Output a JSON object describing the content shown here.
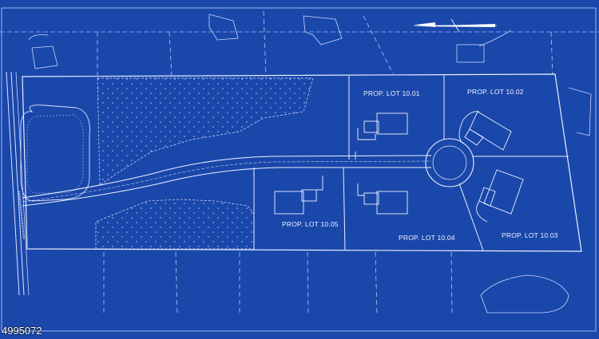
{
  "plan": {
    "lots": [
      {
        "id": "lot-10-01",
        "label": "PROP. LOT 10.01"
      },
      {
        "id": "lot-10-02",
        "label": "PROP. LOT 10.02"
      },
      {
        "id": "lot-10-03",
        "label": "PROP. LOT 10.03"
      },
      {
        "id": "lot-10-04",
        "label": "PROP. LOT 10.04"
      },
      {
        "id": "lot-10-05",
        "label": "PROP. LOT 10.05"
      }
    ],
    "north_arrow_icon": "north-arrow-icon"
  },
  "listing": {
    "id": "4995072"
  },
  "colors": {
    "background": "#1a47aa",
    "lines": "#dbe4ff"
  }
}
